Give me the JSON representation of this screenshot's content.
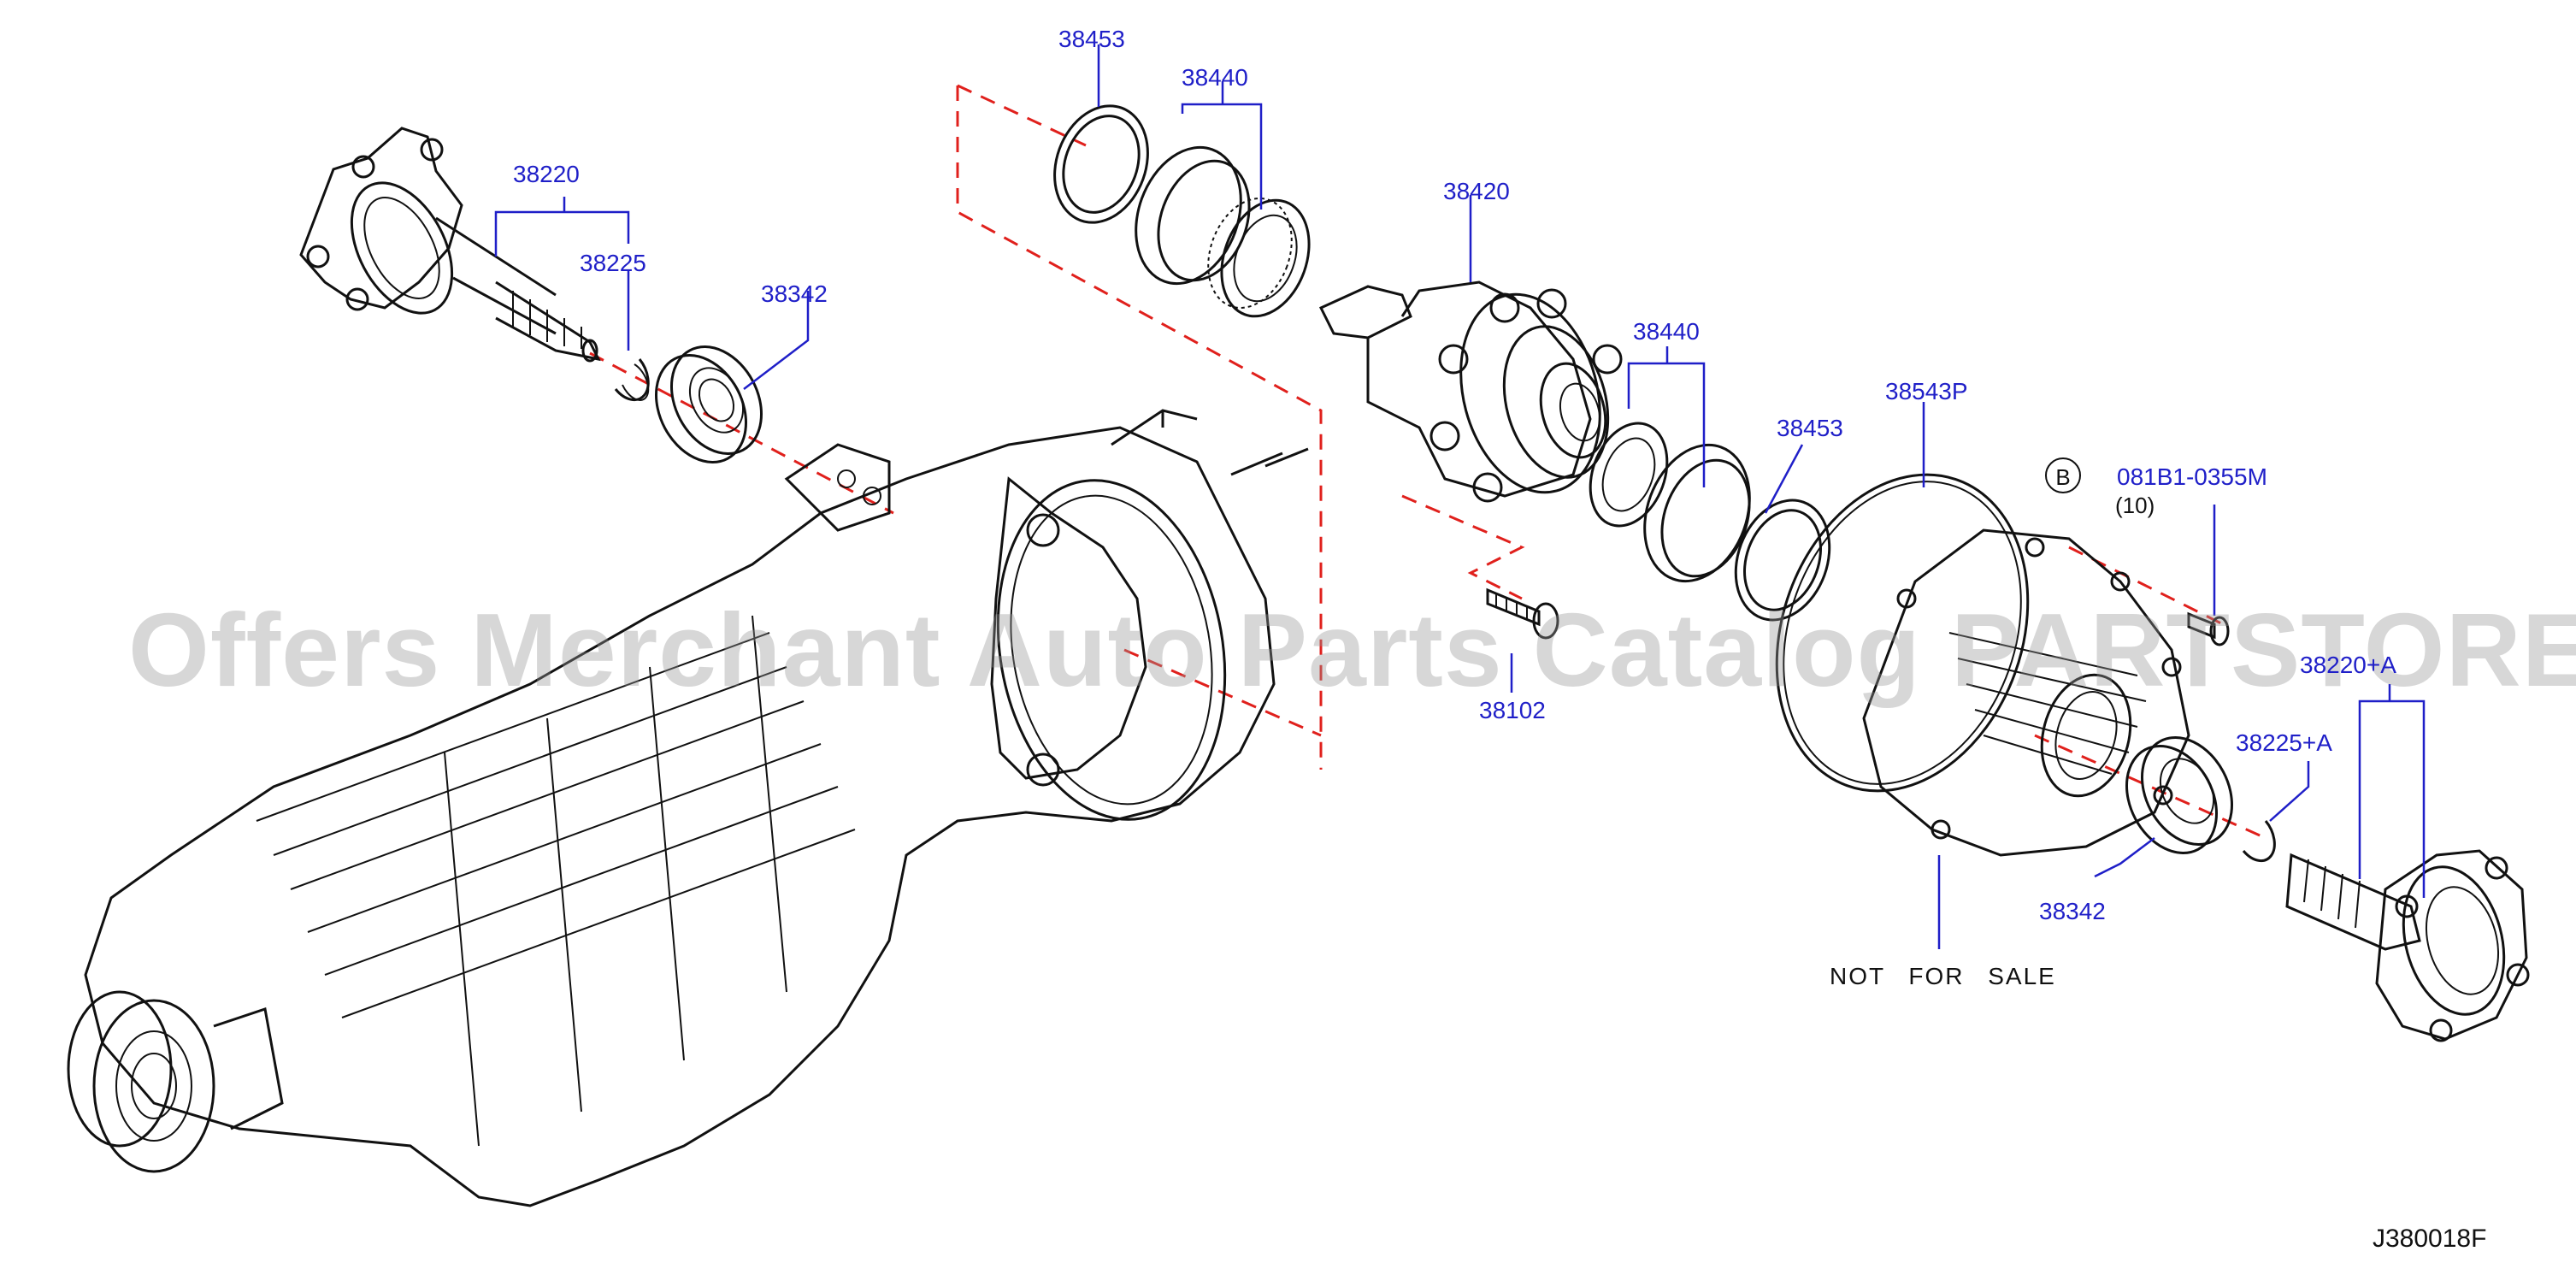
{
  "diagram": {
    "parts": [
      {
        "id": "p38453a",
        "number": "38453"
      },
      {
        "id": "p38440a",
        "number": "38440"
      },
      {
        "id": "p38220",
        "number": "38220"
      },
      {
        "id": "p38225",
        "number": "38225"
      },
      {
        "id": "p38342a",
        "number": "38342"
      },
      {
        "id": "p38420",
        "number": "38420"
      },
      {
        "id": "p38440b",
        "number": "38440"
      },
      {
        "id": "p38453b",
        "number": "38453"
      },
      {
        "id": "p38543p",
        "number": "38543P"
      },
      {
        "id": "p081b1",
        "number": "081B1-0355M"
      },
      {
        "id": "p38102",
        "number": "38102"
      },
      {
        "id": "p38220a",
        "number": "38220+A"
      },
      {
        "id": "p38225a",
        "number": "38225+A"
      },
      {
        "id": "p38342b",
        "number": "38342"
      }
    ],
    "bolt_marker": "B",
    "bolt_quantity": "(10)",
    "not_for_sale": "NOT FOR SALE",
    "diagram_code": "J380018F"
  },
  "watermark": "Offers Merchant Auto Parts Catalog PARTSTORE.SA",
  "colors": {
    "callout": "#1f1fc8",
    "centerline": "#e0201c",
    "drawing": "#111111"
  }
}
